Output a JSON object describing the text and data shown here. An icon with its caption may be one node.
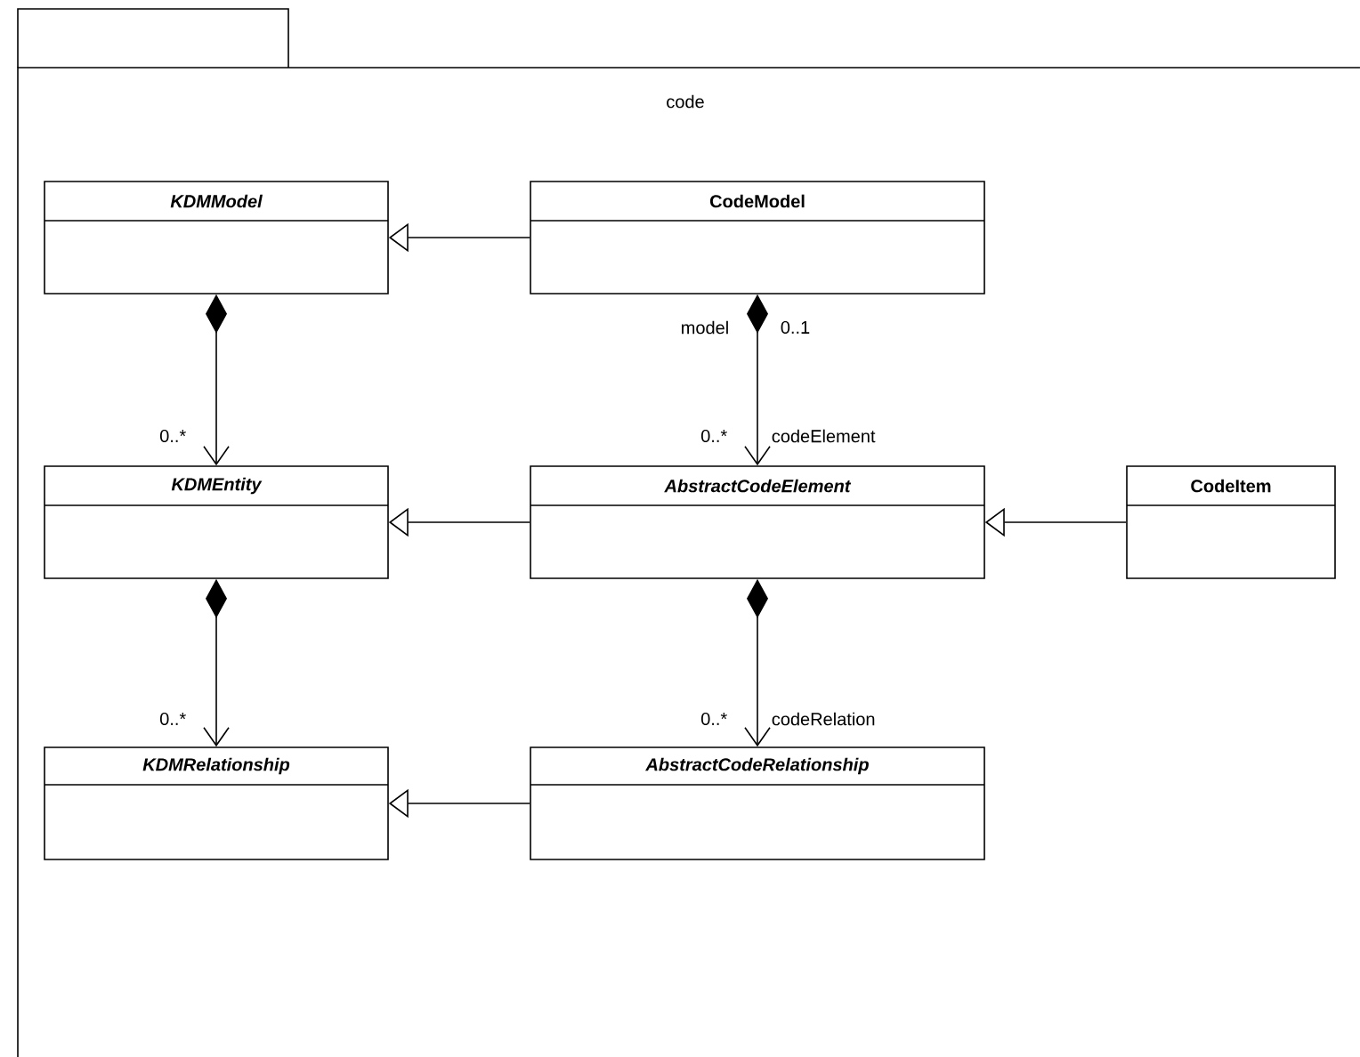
{
  "diagram": {
    "nodes": [
      {
        "text": [
          "code"
        ]
      },
      {
        "text": [
          "KDMModel"
        ],
        "in": 0
      },
      {
        "text": [
          "CodeModel"
        ],
        "in": 0
      },
      {
        "text": [
          "KDMEntity"
        ],
        "in": 0
      },
      {
        "text": [
          "AbstractCodeElement"
        ],
        "in": 0
      },
      {
        "text": [
          "CodeItem"
        ],
        "in": 0
      },
      {
        "text": [
          "KDMRelationship"
        ],
        "in": 0
      },
      {
        "text": [
          "AbstractCodeRelationship"
        ],
        "in": 0
      }
    ],
    "edges": [
      {
        "from": 2,
        "to": 1,
        "arrow": "to"
      },
      {
        "from": 1,
        "to": 3,
        "arrow": "to"
      },
      {
        "from": 2,
        "to": 4,
        "arrow": "to"
      },
      {
        "from": 4,
        "to": 3,
        "arrow": "to"
      },
      {
        "from": 5,
        "to": 4,
        "arrow": "to"
      },
      {
        "from": 3,
        "to": 6,
        "arrow": "to"
      },
      {
        "from": 4,
        "to": 7,
        "arrow": "to"
      },
      {
        "from": 7,
        "to": 6,
        "arrow": "to"
      }
    ],
    "labels": [
      "model",
      "0..1",
      "0..*",
      "0..*",
      "codeElement",
      "0..*",
      "0..*",
      "codeRelation"
    ]
  }
}
